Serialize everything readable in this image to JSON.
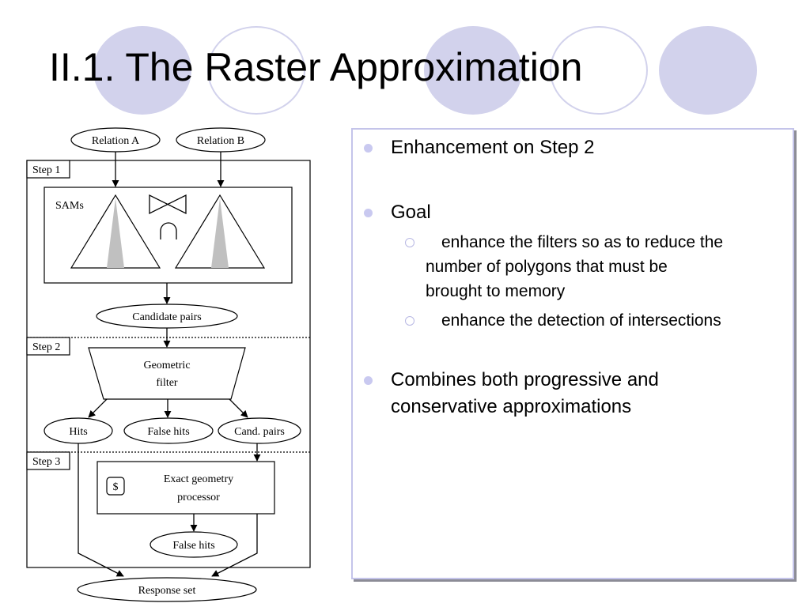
{
  "slide": {
    "title": "II.1. The Raster Approximation"
  },
  "diagram": {
    "relation_a": "Relation A",
    "relation_b": "Relation B",
    "step1": "Step 1",
    "sams": "SAMs",
    "candidate_pairs": "Candidate pairs",
    "step2": "Step 2",
    "geometric_filter_line1": "Geometric",
    "geometric_filter_line2": "filter",
    "hits": "Hits",
    "false_hits": "False hits",
    "cand_pairs": "Cand. pairs",
    "step3": "Step 3",
    "dollar": "$",
    "exact_line1": "Exact geometry",
    "exact_line2": "processor",
    "false_hits_2": "False hits",
    "response_set": "Response set"
  },
  "bullets": {
    "item1": "Enhancement on Step 2",
    "item2": "Goal",
    "sub1_line1": "enhance the filters so as to reduce the",
    "sub1_line2": "number of polygons that must be",
    "sub1_line3": "brought to memory",
    "sub2": "enhance the detection of intersections",
    "item3_line1": "Combines both progressive and",
    "item3_line2": "conservative approximations"
  },
  "colors": {
    "deco_circles": "#d2d2ec",
    "panel_border": "#c4c4ea",
    "bullet": "#c9c9f0"
  }
}
